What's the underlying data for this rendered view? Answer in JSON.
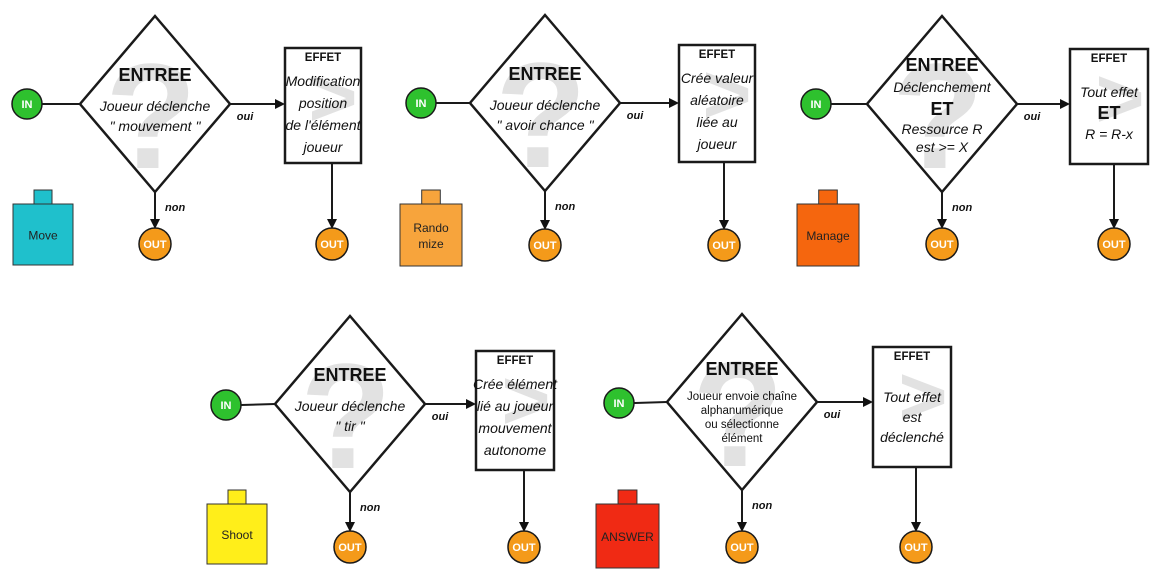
{
  "labels": {
    "in": "IN",
    "out": "OUT",
    "yes": "oui",
    "no": "non",
    "input_title": "ENTREE",
    "effect_title": "EFFET"
  },
  "modules": [
    {
      "icon_label": [
        "Move"
      ],
      "icon_color": "#1fc0cc",
      "input_lines": [
        "Joueur déclenche",
        "\" mouvement \""
      ],
      "effect_lines": [
        "Modification",
        "position",
        "de l'élément",
        "joueur"
      ]
    },
    {
      "icon_label": [
        "Rando",
        "mize"
      ],
      "icon_color": "#f7a43c",
      "input_lines": [
        "Joueur déclenche",
        "\" avoir chance \""
      ],
      "effect_lines": [
        "Crée valeur",
        "aléatoire",
        "liée au",
        "joueur"
      ]
    },
    {
      "icon_label": [
        "Manage"
      ],
      "icon_color": "#f5660e",
      "input_lines": [
        "Déclenchement",
        "ET",
        "Ressource R",
        "est >= X"
      ],
      "effect_lines": [
        "Tout effet",
        "ET",
        "R = R-x"
      ]
    },
    {
      "icon_label": [
        "Shoot"
      ],
      "icon_color": "#ffee1a",
      "input_lines": [
        "Joueur déclenche",
        "\" tir \""
      ],
      "effect_lines": [
        "Crée élément",
        "lié au joueur",
        "mouvement",
        "autonome"
      ]
    },
    {
      "icon_label": [
        "ANSWER"
      ],
      "icon_color": "#f02a14",
      "input_lines": [
        "Joueur envoie chaîne",
        "alphanumérique",
        "ou sélectionne",
        "élément"
      ],
      "effect_lines": [
        "Tout effet",
        "est",
        "déclenché"
      ]
    }
  ],
  "colors": {
    "in_circle": "#2ec12e",
    "out_circle": "#f49a1a",
    "ghost_glyph": "#e2e2e2"
  }
}
